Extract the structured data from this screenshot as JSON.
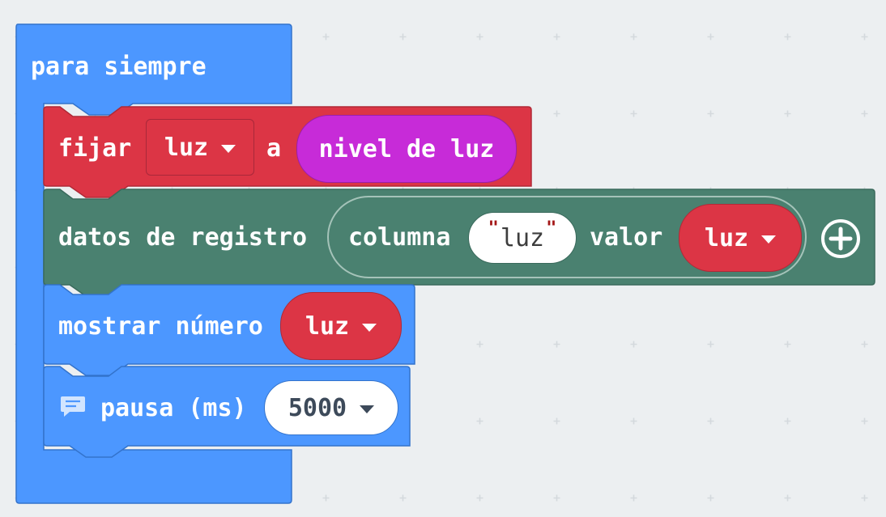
{
  "forever": {
    "label": "para siempre"
  },
  "set_block": {
    "label": "fijar",
    "variable": "luz",
    "to_label": "a",
    "value": "nivel de luz"
  },
  "log_block": {
    "label": "datos de registro",
    "column_label": "columna",
    "column_value": "luz",
    "value_label": "valor",
    "value_variable": "luz"
  },
  "show_block": {
    "label": "mostrar número",
    "variable": "luz"
  },
  "pause_block": {
    "label": "pausa (ms)",
    "value": "5000"
  },
  "colors": {
    "loops": "#4c97ff",
    "variables": "#dc3545",
    "input": "#c72bd8",
    "datalogger": "#4a8170",
    "workspace": "#eceff1"
  },
  "icons": {
    "dropdown": "caret-down-icon",
    "add": "plus-circle-icon",
    "comment": "comment-icon"
  }
}
